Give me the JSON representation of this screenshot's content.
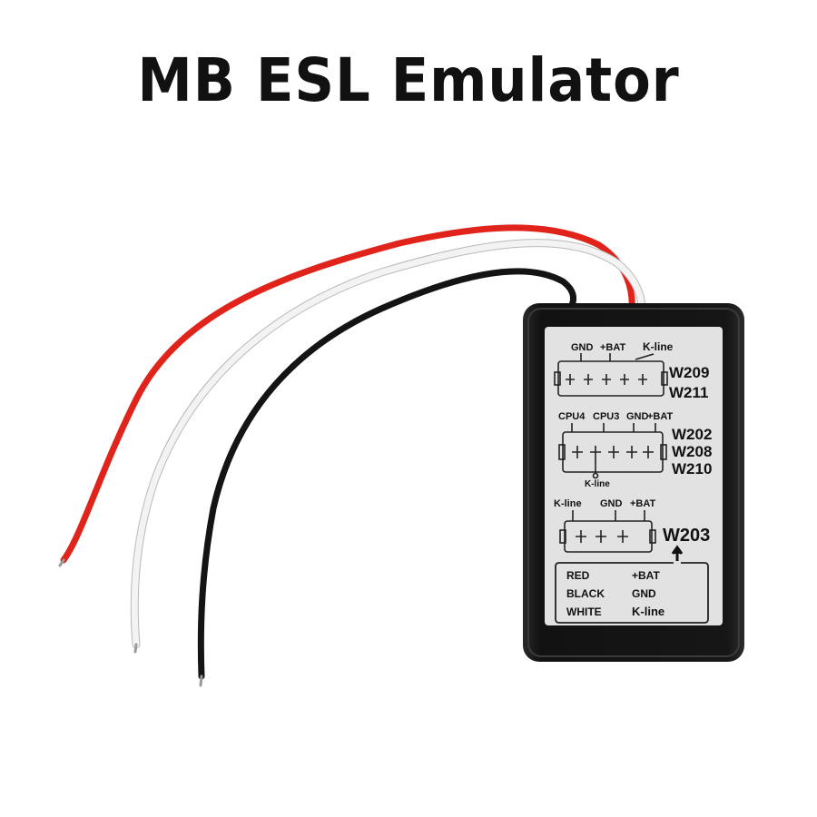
{
  "title": "MB ESL Emulator",
  "colors": {
    "wire_red": "#e0241b",
    "wire_white": "#f3f3f3",
    "wire_black": "#141414",
    "case": "#151515",
    "label": "#e2e2e2"
  },
  "label": {
    "block1": {
      "pins": [
        "GND",
        "+BAT",
        "K-line"
      ],
      "models": [
        "W209",
        "W211"
      ]
    },
    "block2": {
      "pins": [
        "CPU4",
        "CPU3",
        "GND",
        "+BAT"
      ],
      "sub_pin": "K-line",
      "models": [
        "W202",
        "W208",
        "W210"
      ]
    },
    "block3": {
      "pins": [
        "K-line",
        "GND",
        "+BAT"
      ],
      "models": [
        "W203"
      ]
    },
    "legend": {
      "colors": [
        "RED",
        "BLACK",
        "WHITE"
      ],
      "signals": [
        "+BAT",
        "GND",
        "K-line"
      ]
    }
  }
}
